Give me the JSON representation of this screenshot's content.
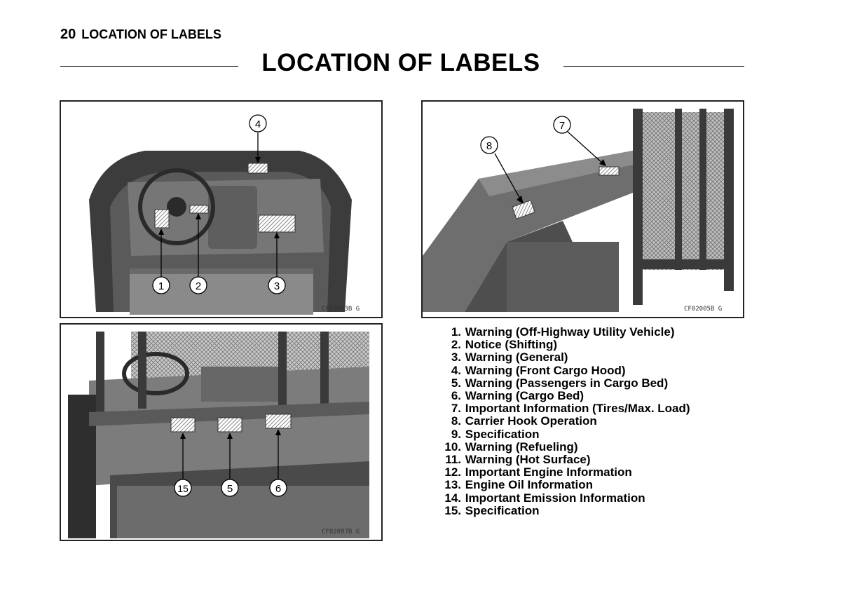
{
  "header": {
    "page_number": "20",
    "section": "LOCATION OF LABELS"
  },
  "title": "LOCATION OF LABELS",
  "figures": {
    "fig1": {
      "code": "CF02003B  G",
      "callouts": [
        "1",
        "2",
        "3",
        "4"
      ]
    },
    "fig2": {
      "code": "CF02005B  G",
      "callouts": [
        "7",
        "8"
      ]
    },
    "fig3": {
      "code": "CF02097B  G",
      "callouts": [
        "15",
        "5",
        "6"
      ]
    }
  },
  "legend": [
    {
      "n": "1.",
      "text": "Warning (Off-Highway Utility Vehicle)"
    },
    {
      "n": "2.",
      "text": "Notice (Shifting)"
    },
    {
      "n": "3.",
      "text": "Warning (General)"
    },
    {
      "n": "4.",
      "text": "Warning (Front Cargo Hood)"
    },
    {
      "n": "5.",
      "text": "Warning (Passengers in Cargo Bed)"
    },
    {
      "n": "6.",
      "text": "Warning (Cargo Bed)"
    },
    {
      "n": "7.",
      "text": "Important Information (Tires/Max. Load)"
    },
    {
      "n": "8.",
      "text": "Carrier Hook Operation"
    },
    {
      "n": "9.",
      "text": "Specification"
    },
    {
      "n": "10.",
      "text": "Warning (Refueling)"
    },
    {
      "n": "11.",
      "text": "Warning (Hot Surface)"
    },
    {
      "n": "12.",
      "text": "Important Engine Information"
    },
    {
      "n": "13.",
      "text": "Engine Oil Information"
    },
    {
      "n": "14.",
      "text": "Important Emission Information"
    },
    {
      "n": "15.",
      "text": "Specification"
    }
  ]
}
